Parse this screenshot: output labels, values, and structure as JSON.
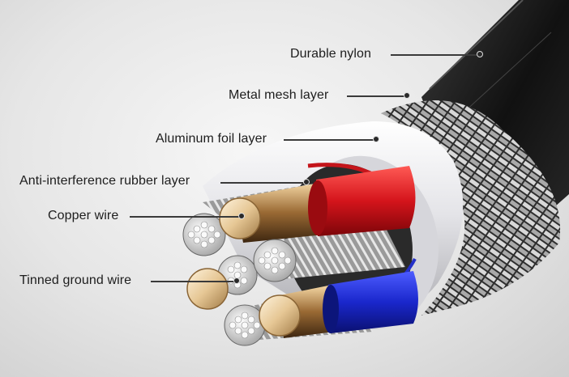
{
  "labels": {
    "durable_nylon": "Durable nylon",
    "metal_mesh": "Metal mesh layer",
    "aluminum_foil": "Aluminum foil layer",
    "rubber_layer": "Anti-interference rubber layer",
    "copper_wire": "Copper wire",
    "tinned_ground": "Tinned ground wire"
  },
  "colors": {
    "nylon": "#1a1a1a",
    "mesh": "#8a8a8a",
    "foil": "#e9e9ec",
    "rubber": "#d41920",
    "red_insulation": "#d8141c",
    "blue_insulation": "#1626c9",
    "copper": "#e8c89a",
    "tinned": "#dcdcdc"
  }
}
